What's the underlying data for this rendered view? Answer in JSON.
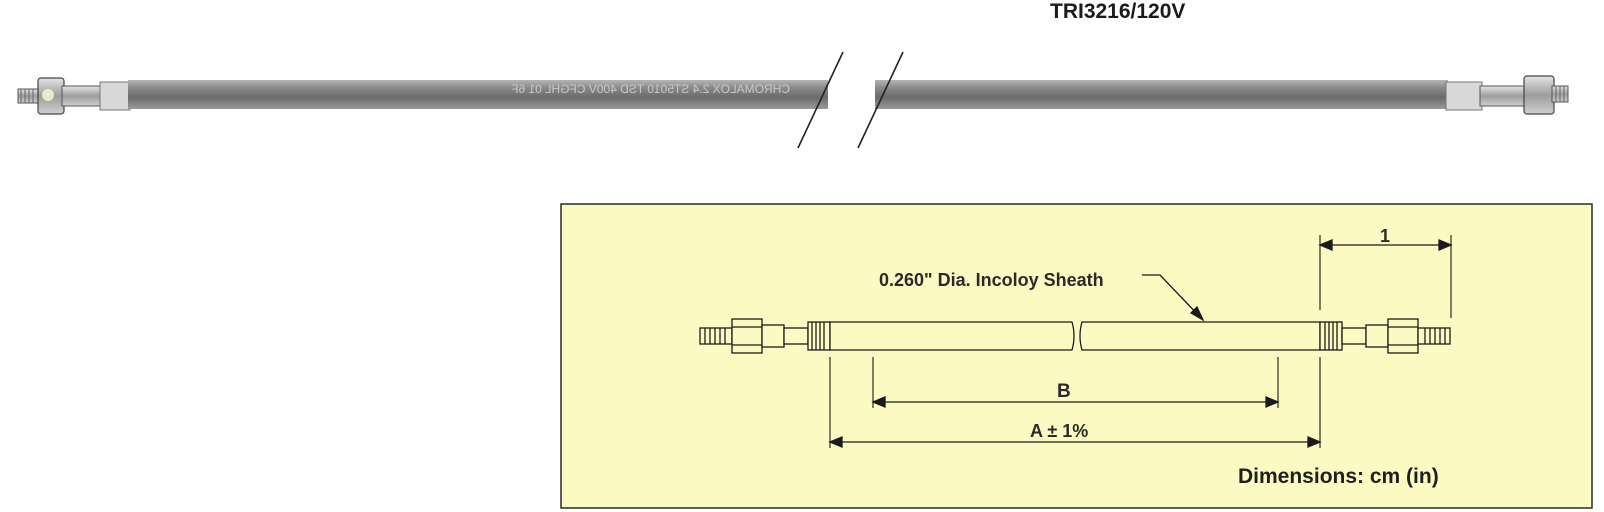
{
  "title": "TRI3216/120V",
  "photo": {
    "sheath_print": "CHROMALOX 2.4 ST5010 TSD 400V CFGHL 01 6F"
  },
  "diagram": {
    "sheath_label": "0.260\" Dia. Incoloy Sheath",
    "dim_1": "1",
    "dim_b": "B",
    "dim_a": "A ± 1%",
    "units_note": "Dimensions: cm (in)"
  },
  "colors": {
    "panel_bg": "#fbfac2",
    "panel_border": "#2b2b2b",
    "rod": "#7f7f7f",
    "line": "#1b1b1b"
  }
}
